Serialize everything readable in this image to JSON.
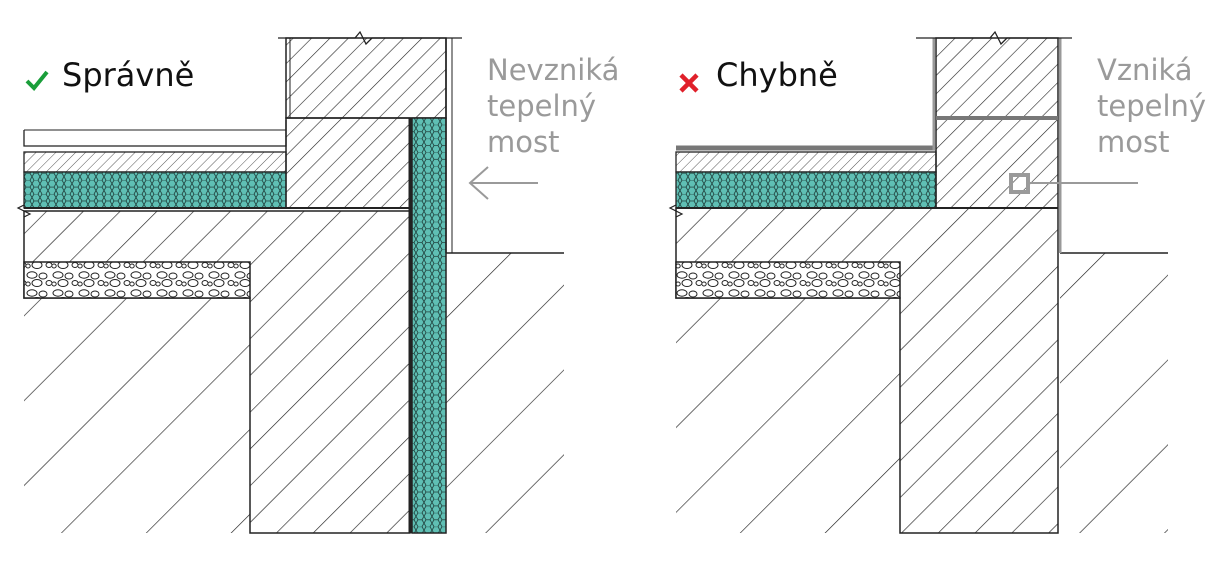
{
  "panels": {
    "left": {
      "verdict": "Správně",
      "verdict_icon": "check-icon",
      "verdict_color": "#1a9e3a",
      "note_lines": [
        "Nevzniká",
        "tepelný",
        "most"
      ]
    },
    "right": {
      "verdict": "Chybně",
      "verdict_icon": "cross-icon",
      "verdict_color": "#e0202a",
      "note_lines": [
        "Vzniká",
        "tepelný",
        "most"
      ]
    }
  },
  "colors": {
    "insulation": "#5fbfb4",
    "line": "#222222",
    "note": "#9a9a9a"
  }
}
